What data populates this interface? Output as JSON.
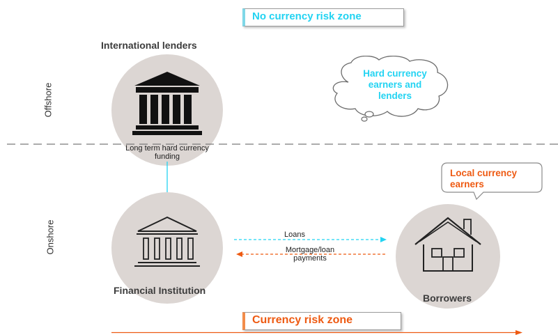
{
  "zones": {
    "no_risk": "No currency risk zone",
    "risk": "Currency risk zone"
  },
  "side_labels": {
    "offshore": "Offshore",
    "onshore": "Onshore"
  },
  "nodes": {
    "international_lenders": "International lenders",
    "financial_institution": "Financial Institution",
    "borrowers": "Borrowers"
  },
  "cloud": {
    "line1": "Hard currency",
    "line2": "earners and",
    "line3": "lenders"
  },
  "callout": {
    "line1": "Local  currency",
    "line2": "earners"
  },
  "flows": {
    "funding_line1": "Long term hard currency",
    "funding_line2": "funding",
    "loans": "Loans",
    "payments_line1": "Mortgage/loan",
    "payments_line2": "payments"
  },
  "colors": {
    "no_risk": "#22d3f2",
    "risk": "#ee5a12",
    "circle": "#dcd6d3"
  }
}
